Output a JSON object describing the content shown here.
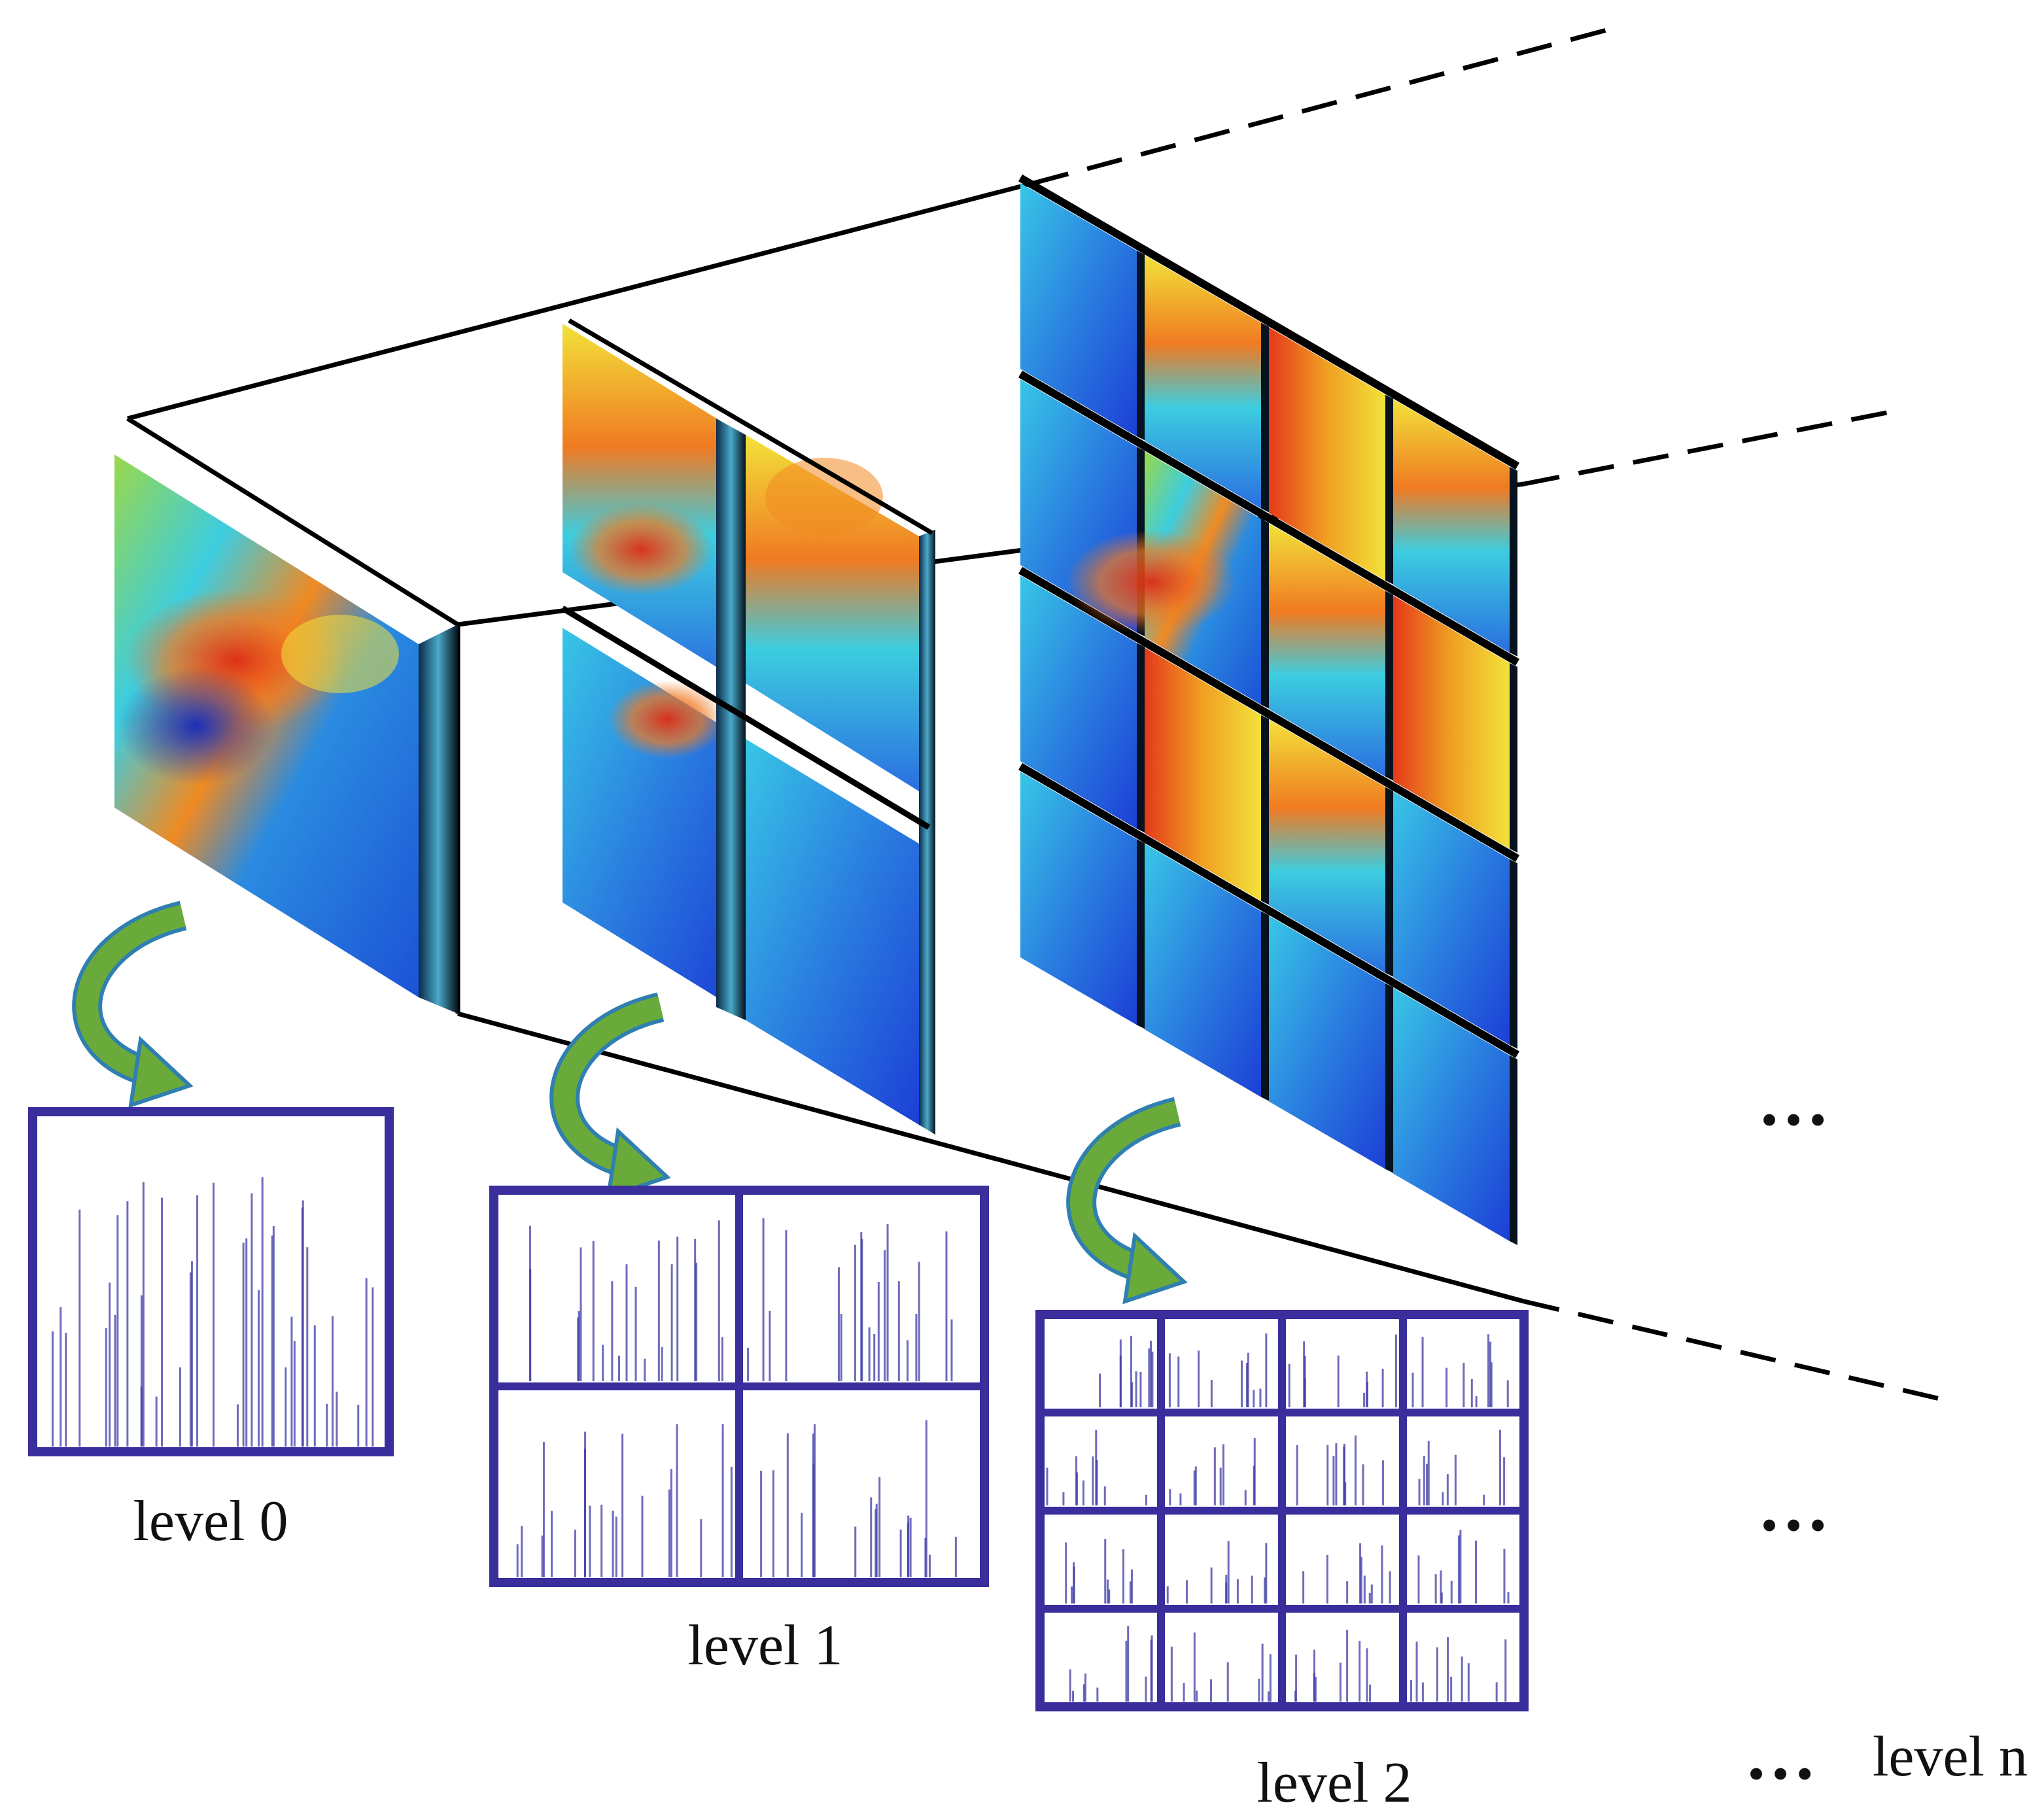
{
  "labels": {
    "level0": "level 0",
    "level1": "level 1",
    "level2": "level 2",
    "leveln": "level n"
  },
  "ellipsis": "…",
  "pyramid": {
    "levels": [
      {
        "name": "level 0",
        "grid": 1
      },
      {
        "name": "level 1",
        "grid": 2
      },
      {
        "name": "level 2",
        "grid": 4
      }
    ]
  },
  "colors": {
    "histogram_frame": "#3a2d9c",
    "histogram_bar": "#3f3aa6",
    "arrow_green": "#6aaa3a",
    "arrow_outline": "#2f7fb0",
    "heatmap_low": "#1c3fd6",
    "heatmap_mid": "#38c6e6",
    "heatmap_high": "#f0e23a",
    "heatmap_peak": "#e43a1a",
    "line": "#000000"
  },
  "icons": [
    "curved-arrow-icon",
    "histogram-icon",
    "heatmap-tile-icon"
  ]
}
